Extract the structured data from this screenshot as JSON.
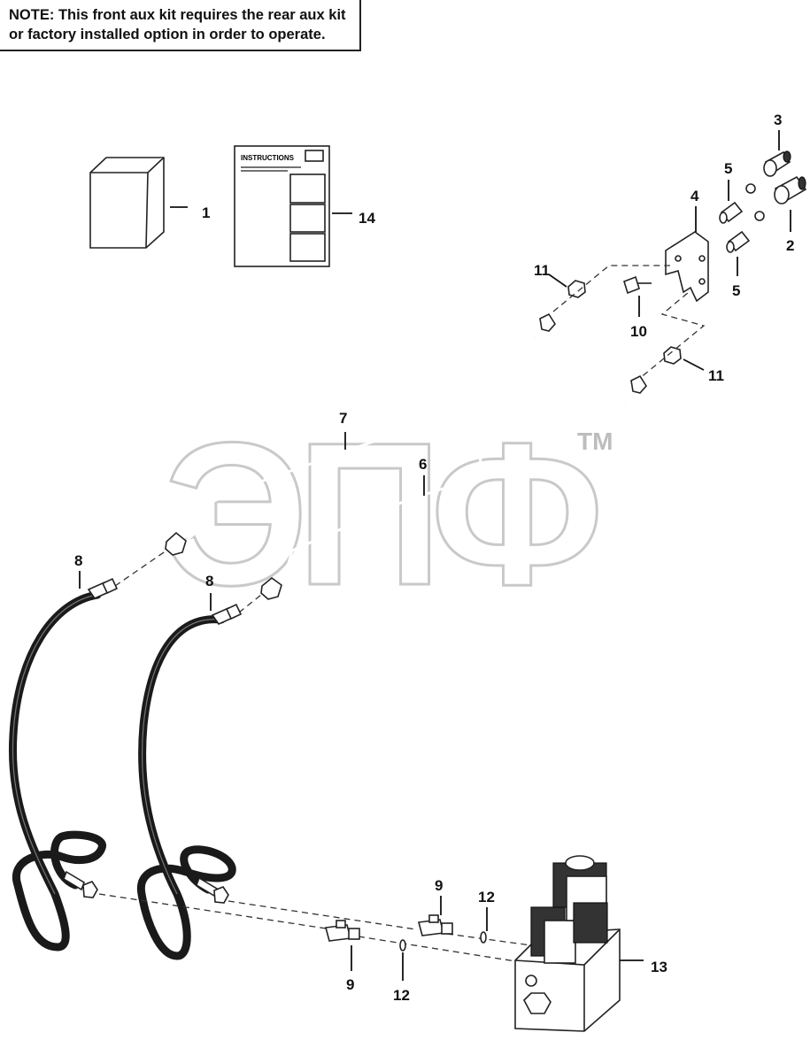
{
  "note": {
    "label": "NOTE:",
    "line1": "This front aux kit requires the rear aux kit",
    "line2": "or factory installed option in order to operate."
  },
  "instructions_sheet": {
    "title": "INSTRUCTIONS"
  },
  "watermark": {
    "tm": "TM"
  },
  "callouts": [
    {
      "id": "c1",
      "text": "1"
    },
    {
      "id": "c14",
      "text": "14"
    },
    {
      "id": "c3",
      "text": "3"
    },
    {
      "id": "c5a",
      "text": "5"
    },
    {
      "id": "c4",
      "text": "4"
    },
    {
      "id": "c2",
      "text": "2"
    },
    {
      "id": "c5b",
      "text": "5"
    },
    {
      "id": "c11a",
      "text": "11"
    },
    {
      "id": "c10",
      "text": "10"
    },
    {
      "id": "c11b",
      "text": "11"
    },
    {
      "id": "c7",
      "text": "7"
    },
    {
      "id": "c6",
      "text": "6"
    },
    {
      "id": "c8a",
      "text": "8"
    },
    {
      "id": "c8b",
      "text": "8"
    },
    {
      "id": "c9a",
      "text": "9"
    },
    {
      "id": "c12a",
      "text": "12"
    },
    {
      "id": "c13",
      "text": "13"
    },
    {
      "id": "c9b",
      "text": "9"
    },
    {
      "id": "c12b",
      "text": "12"
    }
  ]
}
